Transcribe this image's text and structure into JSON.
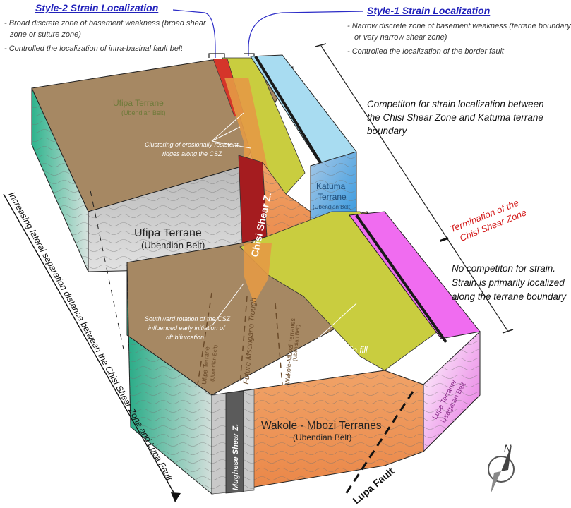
{
  "style2": {
    "title": "Style-2 Strain Localization",
    "line1a": "- Broad discrete zone of basement weakness (broad shear",
    "line1b": "zone or suture zone)",
    "line2": "- Controlled the localization of intra-basinal fault belt"
  },
  "style1": {
    "title": "Style-1 Strain Localization",
    "line1a": "- Narrow discrete zone of basement weakness (terrane boundary",
    "line1b": "or very narrow shear zone)",
    "line2": "- Controlled the localization of the border fault"
  },
  "competition": {
    "line1": "Competiton for strain localization between",
    "line2": "the Chisi Shear Zone and Katuma terrane",
    "line3": "boundary"
  },
  "termination": {
    "line1": "Termination of the",
    "line2": "Chisi Shear Zone"
  },
  "nocompetition": {
    "line1": "No competiton for strain.",
    "line2": "Strain is primarily localized",
    "line3": "along the terrane boundary"
  },
  "side_axis": "Increasing lateral separation distance between the Chisi Shear Zone and Lupa Fault",
  "labels": {
    "ufipa_top": "Ufipa Terrane",
    "ubendian_top": "(Ubendian Belt)",
    "ufipa_front": "Ufipa Terrane",
    "ubendian_front": "(Ubendian Belt)",
    "clustering1": "Clustering of erosionally resistant",
    "clustering2": "ridges along the CSZ",
    "katuma1": "Katuma",
    "katuma2": "Terrane",
    "katuma3": "(Ubendian Belt)",
    "chisi": "Chisi Shear Z.",
    "southward1": "Southward rotation of the CSZ",
    "southward2": "influenced early initiation of",
    "southward3": "rift bifurcation",
    "ufipa_low1": "Ufipa Terrane",
    "ufipa_low2": "(Ubendian Belt)",
    "future": "Future Msongano Trough",
    "wakole_low1": "Wakole-Mbozi Terranes",
    "wakole_low2": "(Ubendian Belt)",
    "karoo": "Karoo basin fill",
    "wakole1": "Wakole - Mbozi Terranes",
    "wakole2": "(Ubendian Belt)",
    "mughese": "Mughese Shear Z.",
    "lupa_terrane1": "Lupa Terrane/",
    "lupa_terrane2": "Usagaran Belt",
    "lupa_fault": "Lupa Fault",
    "north": "N"
  }
}
